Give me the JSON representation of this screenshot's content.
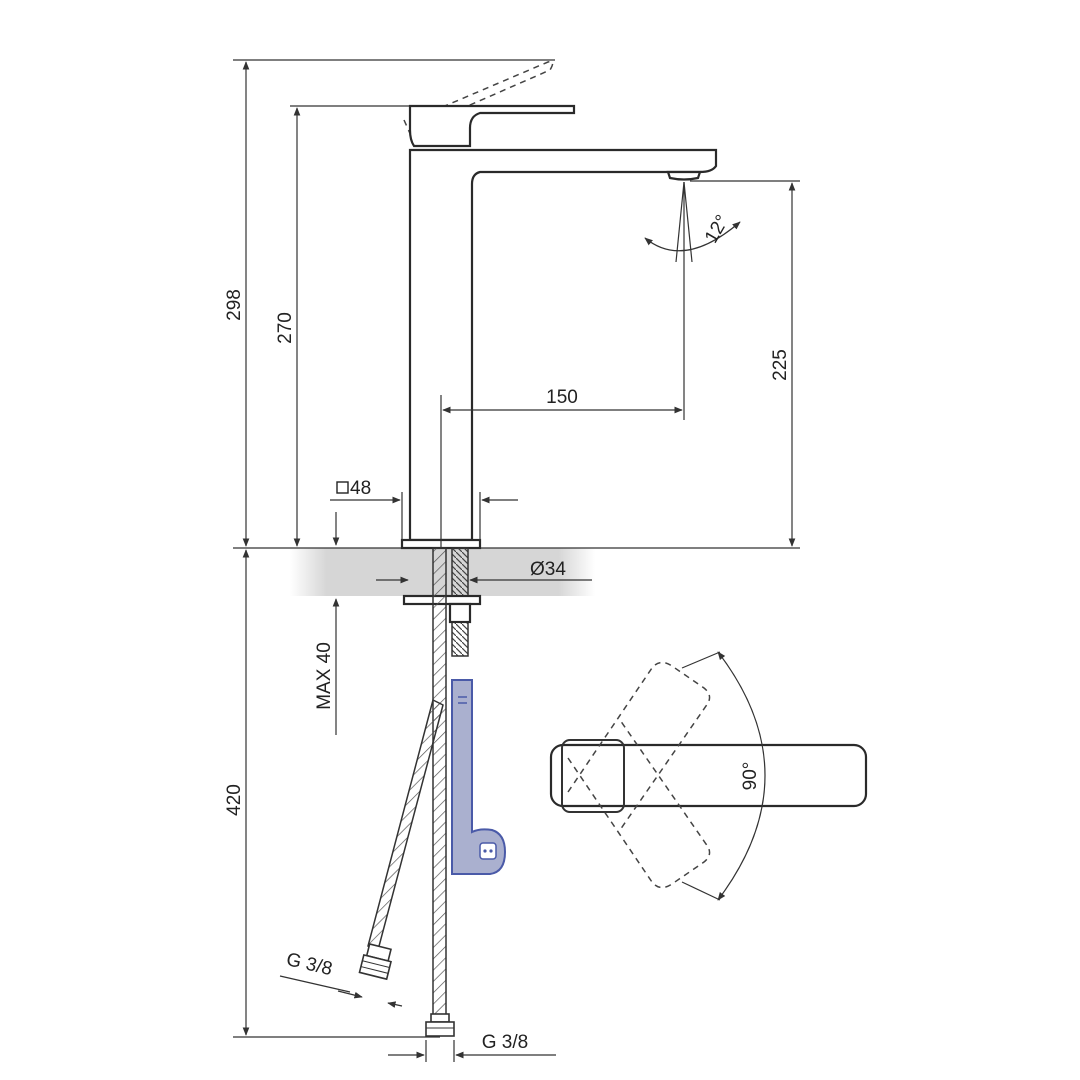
{
  "dimensions": {
    "overall_height": "298",
    "spout_height_total": "270",
    "spout_outlet_height": "225",
    "spout_reach": "150",
    "body_square": "48",
    "mounting_hole": "Ø34",
    "max_countertop": "MAX 40",
    "hose_length": "420",
    "connection_side": "G 3/8",
    "connection_bottom": "G 3/8",
    "spray_angle": "12°",
    "lever_rotation": "90°"
  },
  "colors": {
    "line": "#333333",
    "countertop_shade": "#d9d9d9",
    "mounting_bracket": "#aab0cf",
    "mounting_bracket_edge": "#4a5aa8"
  },
  "icons": {
    "square_symbol": "square-icon"
  }
}
